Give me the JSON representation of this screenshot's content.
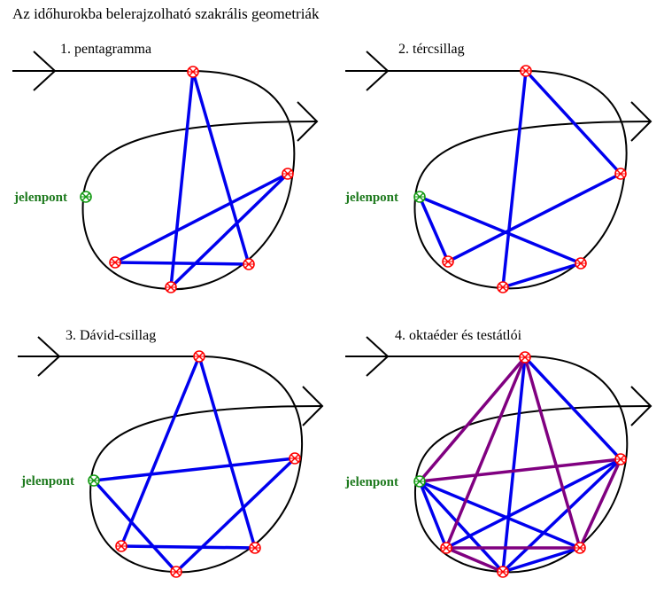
{
  "title": "Az időhurokba belerajzolható szakrális geometriák",
  "colors": {
    "line": "#0000ee",
    "diagonal": "#800080",
    "node_red": "#ff0000",
    "node_green": "#119911",
    "curve": "#000000",
    "label_green": "#1e7a1e"
  },
  "panels": [
    {
      "title": "1. pentagramma",
      "label": "jelenpont"
    },
    {
      "title": "2. tércsillag",
      "label": "jelenpont"
    },
    {
      "title": "3. Dávid-csillag",
      "label": "jelenpont"
    },
    {
      "title": "4. oktaéder és testátlói",
      "label": "jelenpont"
    }
  ]
}
